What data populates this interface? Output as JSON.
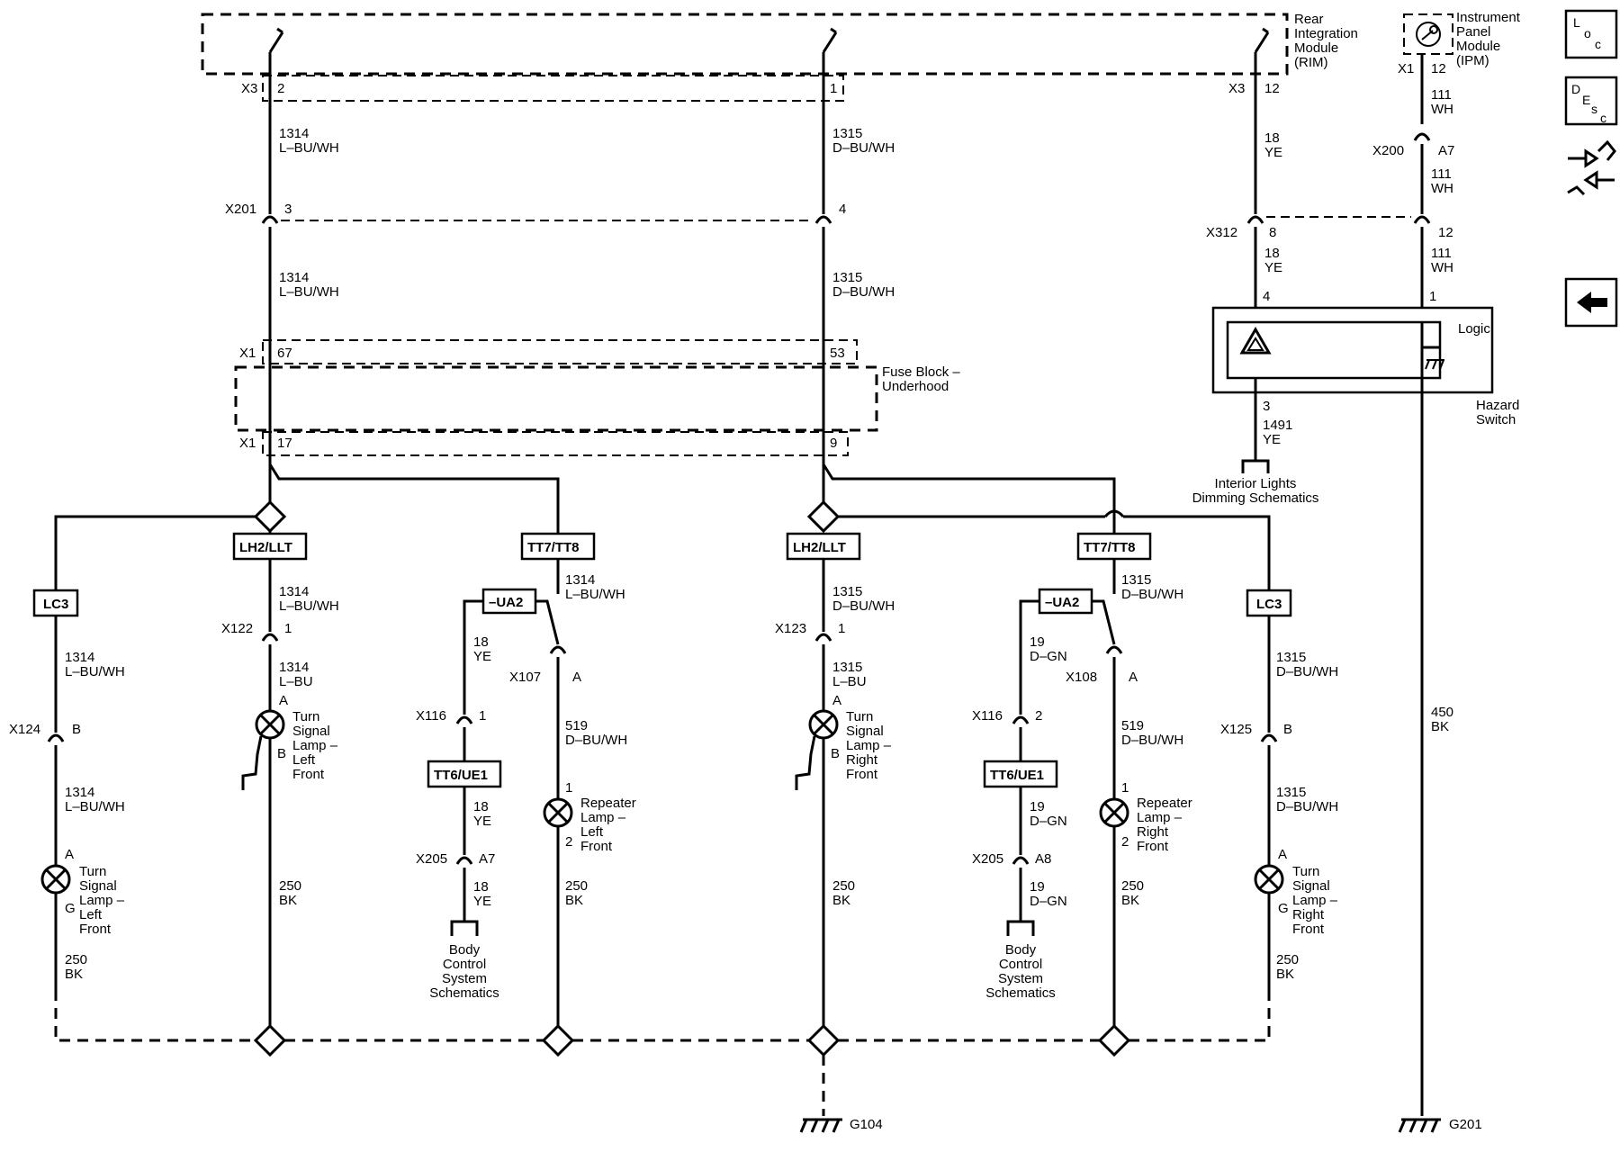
{
  "modules": {
    "rim": [
      "Rear",
      "Integration",
      "Module",
      "(RIM)"
    ],
    "ipm": [
      "Instrument",
      "Panel",
      "Module",
      "(IPM)"
    ],
    "fuse_block": [
      "Fuse Block –",
      "Underhood"
    ],
    "hazard_switch": [
      "Hazard",
      "Switch"
    ],
    "logic": "Logic"
  },
  "side_icons": [
    "LOC",
    "DESC",
    "connector-icon",
    "back-arrow-icon"
  ],
  "left_circuit": {
    "top_conn": "X3",
    "top_pin": "2",
    "wire_a": [
      "1314",
      "L–BU/WH"
    ],
    "x201": "X201",
    "x201_pin": "3",
    "wire_b": [
      "1314",
      "L–BU/WH"
    ],
    "x1a": "X1",
    "x1a_pin": "67",
    "x1b": "X1",
    "x1b_pin": "17",
    "lc3": "LC3",
    "lc3_wire1": [
      "1314",
      "L–BU/WH"
    ],
    "x124": "X124",
    "x124_pin": "B",
    "lc3_wire2": [
      "1314",
      "L–BU/WH"
    ],
    "lamp_lc3": [
      "Turn",
      "Signal",
      "Lamp –",
      "Left",
      "Front"
    ],
    "lamp_lc3_pins": [
      "A",
      "G"
    ],
    "lc3_ground": [
      "250",
      "BK"
    ],
    "lh2": "LH2/LLT",
    "lh2_wire1": [
      "1314",
      "L–BU/WH"
    ],
    "x122": "X122",
    "x122_pin": "1",
    "lh2_wire2": [
      "1314",
      "L–BU"
    ],
    "lamp_lh2": [
      "Turn",
      "Signal",
      "Lamp –",
      "Left",
      "Front"
    ],
    "lamp_lh2_pins": [
      "A",
      "B"
    ],
    "lh2_ground": [
      "250",
      "BK"
    ],
    "tt7": "TT7/TT8",
    "tt7_wire1": [
      "1314",
      "L–BU/WH"
    ],
    "ua2": "–UA2",
    "ua2_wire": [
      "18",
      "YE"
    ],
    "x116": "X116",
    "x116_pin": "1",
    "tt6": "TT6/UE1",
    "tt6_wire1": [
      "18",
      "YE"
    ],
    "x205": "X205",
    "x205_pin": "A7",
    "tt6_wire2": [
      "18",
      "YE"
    ],
    "bcs": [
      "Body",
      "Control",
      "System",
      "Schematics"
    ],
    "x107": "X107",
    "x107_pin": "A",
    "rep_wire": [
      "519",
      "D–BU/WH"
    ],
    "rep_lamp": [
      "Repeater",
      "Lamp –",
      "Left",
      "Front"
    ],
    "rep_pins": [
      "1",
      "2"
    ],
    "rep_ground": [
      "250",
      "BK"
    ]
  },
  "right_circuit": {
    "top_pin": "1",
    "wire_a": [
      "1315",
      "D–BU/WH"
    ],
    "x201_pin": "4",
    "wire_b": [
      "1315",
      "D–BU/WH"
    ],
    "x1a_pin": "53",
    "x1b_pin": "9",
    "lh2": "LH2/LLT",
    "lh2_wire1": [
      "1315",
      "D–BU/WH"
    ],
    "x123": "X123",
    "x123_pin": "1",
    "lh2_wire2": [
      "1315",
      "L–BU"
    ],
    "lamp_lh2": [
      "Turn",
      "Signal",
      "Lamp –",
      "Right",
      "Front"
    ],
    "lamp_lh2_pins": [
      "A",
      "B"
    ],
    "lh2_ground": [
      "250",
      "BK"
    ],
    "tt7": "TT7/TT8",
    "tt7_wire1": [
      "1315",
      "D–BU/WH"
    ],
    "ua2": "–UA2",
    "ua2_wire": [
      "19",
      "D–GN"
    ],
    "x116": "X116",
    "x116_pin": "2",
    "tt6": "TT6/UE1",
    "tt6_wire1": [
      "19",
      "D–GN"
    ],
    "x205": "X205",
    "x205_pin": "A8",
    "tt6_wire2": [
      "19",
      "D–GN"
    ],
    "bcs": [
      "Body",
      "Control",
      "System",
      "Schematics"
    ],
    "x108": "X108",
    "x108_pin": "A",
    "rep_wire": [
      "519",
      "D–BU/WH"
    ],
    "rep_lamp": [
      "Repeater",
      "Lamp –",
      "Right",
      "Front"
    ],
    "rep_pins": [
      "1",
      "2"
    ],
    "rep_ground": [
      "250",
      "BK"
    ],
    "lc3": "LC3",
    "lc3_wire1": [
      "1315",
      "D–BU/WH"
    ],
    "x125": "X125",
    "x125_pin": "B",
    "lc3_wire2": [
      "1315",
      "D–BU/WH"
    ],
    "lamp_lc3": [
      "Turn",
      "Signal",
      "Lamp –",
      "Right",
      "Front"
    ],
    "lamp_lc3_pins": [
      "A",
      "G"
    ],
    "lc3_ground": [
      "250",
      "BK"
    ],
    "ground": "G104"
  },
  "hazard_circuit": {
    "rim_conn": "X3",
    "rim_pin": "12",
    "wire_a": [
      "18",
      "YE"
    ],
    "x312": "X312",
    "x312_pin": "8",
    "wire_b": [
      "18",
      "YE"
    ],
    "hz_pin_in": "4",
    "hz_pin_out": "3",
    "wire_out": [
      "1491",
      "YE"
    ],
    "dim": [
      "Interior Lights",
      "Dimming Schematics"
    ],
    "ipm_conn": "X1",
    "ipm_pin": "12",
    "ipm_wire1": [
      "111",
      "WH"
    ],
    "x200": "X200",
    "x200_pin": "A7",
    "ipm_wire2": [
      "111",
      "WH"
    ],
    "x312_pin2": "12",
    "ipm_wire3": [
      "111",
      "WH"
    ],
    "hz_pin_ipm": "1",
    "ground_wire": [
      "450",
      "BK"
    ],
    "ground": "G201"
  }
}
